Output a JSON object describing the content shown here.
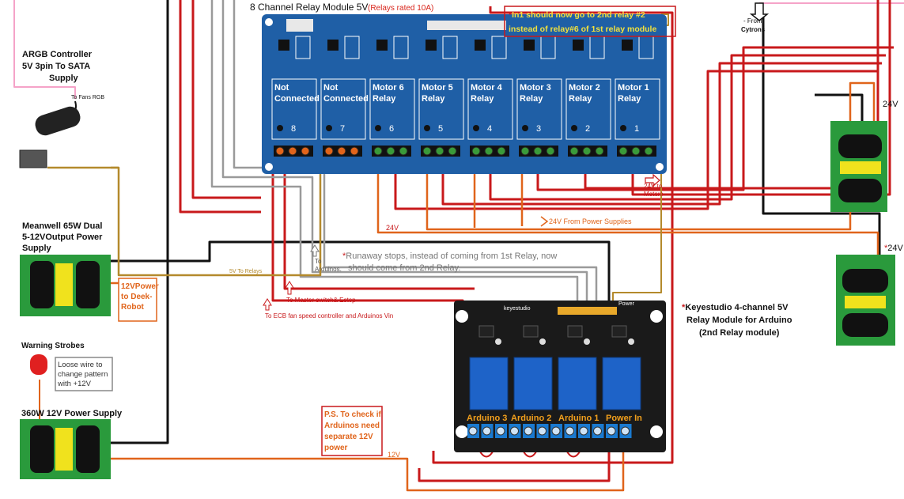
{
  "module8": {
    "title": "8 Channel Relay Module 5V",
    "rating": "(Relays rated 10A)",
    "channels": [
      {
        "label1": "Not",
        "label2": "Connected",
        "num": "8"
      },
      {
        "label1": "Not",
        "label2": "Connected",
        "num": "7"
      },
      {
        "label1": "Motor 6",
        "label2": "Relay",
        "num": "6"
      },
      {
        "label1": "Motor 5",
        "label2": "Relay",
        "num": "5"
      },
      {
        "label1": "Motor 4",
        "label2": "Relay",
        "num": "4"
      },
      {
        "label1": "Motor 3",
        "label2": "Relay",
        "num": "3"
      },
      {
        "label1": "Motor 2",
        "label2": "Relay",
        "num": "2"
      },
      {
        "label1": "Motor 1",
        "label2": "Relay",
        "num": "1"
      }
    ]
  },
  "notes": {
    "in1_line1": "In1 should now go to 2nd relay #2",
    "in1_line2": "instead of relay#6 of 1st relay module",
    "runaway_line1": "Runaway stops, instead of coming from 1st Relay, now",
    "runaway_line2": "should come from 2nd Relay.",
    "keyes_line1": "Keyestudio 4-channel 5V",
    "keyes_line2": "Relay Module for Arduino",
    "keyes_line3": "(2nd Relay module)",
    "ps_line1": "P.S. To check if",
    "ps_line2": "Arduinos need",
    "ps_line3": "separate 12V",
    "ps_line4": "power",
    "loose_line1": "Loose wire to",
    "loose_line2": "change pattern",
    "loose_line3": "with +12V"
  },
  "labels": {
    "argb_line1": "ARGB Controller",
    "argb_line2": "5V 3pin To SATA",
    "argb_line3": "Supply",
    "to_fans": "To Fans RGB",
    "meanwell_line1": "Meanwell 65W Dual",
    "meanwell_line2": "5-12VOutput Power",
    "meanwell_line3": "Supply",
    "p12_line1": "12VPower",
    "p12_line2": "to Deek-",
    "p12_line3": "Robot",
    "strobes": "Warning Strobes",
    "psu360": "360W 12V Power Supply",
    "from_cytrons1": "- From",
    "from_cytrons2": "Cytrons",
    "v24_a": "24V",
    "v24_b": "24V",
    "v24_from": "24V From Power Supplies",
    "v24_motors1": "24V to",
    "v24_motors2": "Motors",
    "v5_relays": "5V To Relays",
    "to_arduinos1": "To",
    "to_arduinos2": "Arduinos.",
    "master": "To Master switch& Estop",
    "ecb": "To ECB fan speed controller and Arduinos Vin",
    "v24_wire": "24V",
    "v12_wire": "12V",
    "keyes_brand": "keyestudio",
    "power_word": "Power",
    "arduino3": "Arduino 3",
    "arduino2": "Arduino 2",
    "arduino1": "Arduino 1",
    "power_in": "Power In"
  },
  "colors": {
    "board_blue": "#1f5fa6",
    "board_black": "#1a1a1a",
    "wire_red": "#c8191b",
    "wire_gold": "#b48a2c",
    "wire_orange": "#e0641b",
    "wire_gray": "#9a9a9a",
    "psu_green": "#2a9a3c",
    "argb_pink": "#f5a3c8"
  }
}
